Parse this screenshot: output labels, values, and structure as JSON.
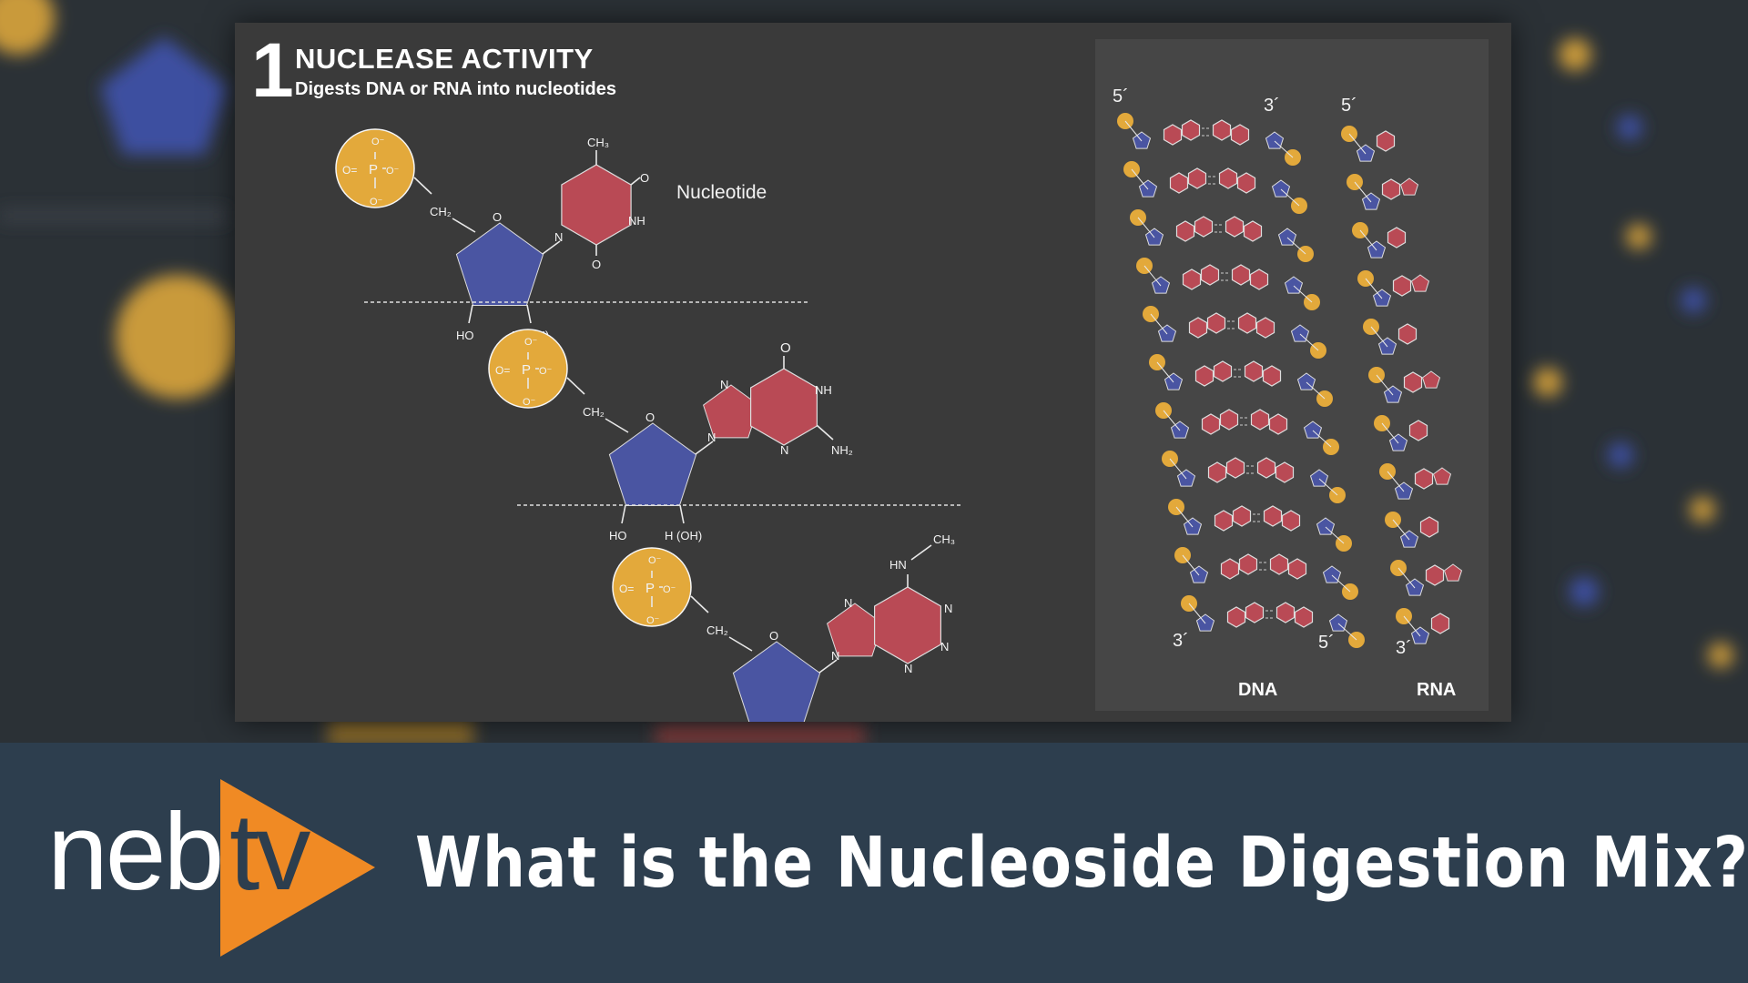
{
  "panel": {
    "step_number": "1",
    "heading": "NUCLEASE ACTIVITY",
    "subheading": "Digests DNA or RNA into nucleotides",
    "nucleotide_label": "Nucleotide",
    "structure_labels": {
      "ch3": "CH₃",
      "ch2": "CH₂",
      "nh2": "NH₂",
      "o": "O",
      "nh": "NH",
      "n": "N",
      "hn": "HN",
      "ho": "HO",
      "h_oh": "H (OH)",
      "o_minus": "O⁻",
      "p": "P"
    },
    "strands": {
      "dna_label": "DNA",
      "rna_label": "RNA",
      "five_prime": "5´",
      "three_prime": "3´"
    }
  },
  "footer": {
    "logo_neb": "neb",
    "logo_tv": "tv",
    "title": "What is the Nucleoside Digestion Mix?"
  },
  "colors": {
    "phosphate": "#e3a93b",
    "sugar": "#4a55a2",
    "base": "#b94a55",
    "footer_bg": "#2d3e4e",
    "logo_orange": "#f08a24"
  },
  "icons": [
    "play-triangle-icon"
  ]
}
